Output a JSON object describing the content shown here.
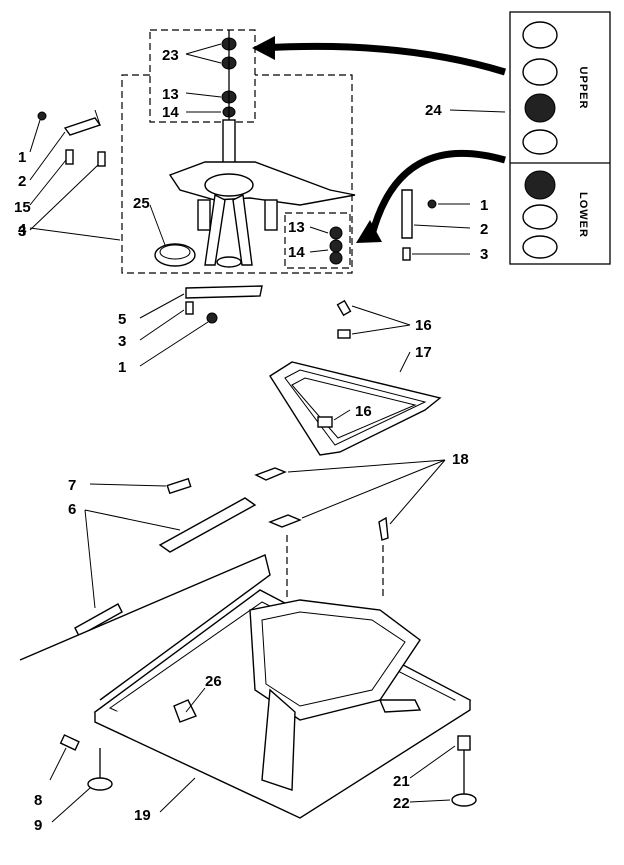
{
  "callouts": {
    "c23": "23",
    "c13a": "13",
    "c14a": "14",
    "c24": "24",
    "c1a": "1",
    "c2a": "2",
    "c15": "15",
    "c3a": "3",
    "c25": "25",
    "c4": "4",
    "c1b": "1",
    "c2b": "2",
    "c3b": "3",
    "c13b": "13",
    "c14b": "14",
    "c5": "5",
    "c3c": "3",
    "c1c": "1",
    "c16a": "16",
    "c17": "17",
    "c16b": "16",
    "c7": "7",
    "c6": "6",
    "c18": "18",
    "c26": "26",
    "c8": "8",
    "c9": "9",
    "c19": "19",
    "c21": "21",
    "c22": "22"
  },
  "bearing_kit": {
    "upper_label": "UPPER",
    "lower_label": "LOWER"
  }
}
